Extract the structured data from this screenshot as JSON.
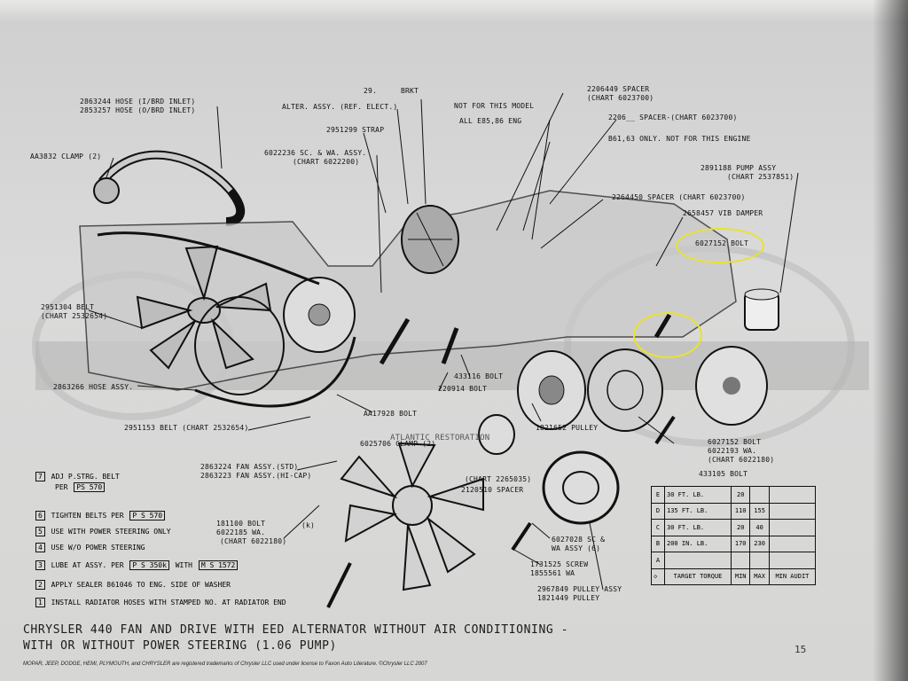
{
  "labels": {
    "hose_1": "2863244 HOSE (I/BRD INLET)",
    "hose_2": "2853257 HOSE (O/BRD INLET)",
    "clamp_1": "AA3832 CLAMP (2)",
    "alter_assy": "ALTER. ASSY. (REF. ELECT.)",
    "brkt": "BRKT",
    "brkt_num": "29.",
    "strap": "2951299 STRAP",
    "sc_wa": "6022236 SC. & WA. ASSY.",
    "sc_wa_chart": "(CHART 6022200)",
    "not_model_1": "NOT FOR THIS MODEL",
    "not_model_2": "ALL E85,86 ENG",
    "spacer_1": "2206449 SPACER",
    "spacer_1_chart": "(CHART 6023700)",
    "spacer_2": "2206__ SPACER-(CHART 6023700)",
    "not_engine": "B61,63 ONLY. NOT FOR THIS ENGINE",
    "pump_assy": "2891188 PUMP ASSY",
    "pump_assy_chart": "(CHART 2537851)",
    "spacer_3": "2264450 SPACER (CHART 6023700)",
    "vib_damper": "2658457 VIB DAMPER",
    "bolt_1": "6027152 BOLT",
    "belt_1": "2951304 BELT",
    "belt_1_chart": "(CHART 2532654)",
    "hose_assy": "2863266 HOSE ASSY.",
    "bolt_2": "433116 BOLT",
    "bolt_3": "220914 BOLT",
    "bolt_4": "AA17928 BOLT",
    "belt_2": "2951153 BELT (CHART 2532654)",
    "clamp_2": "6025706 CLAMP (2)",
    "pulley_1": "1821652 PULLEY",
    "bolt_5": "6027152 BOLT",
    "wa_1": "6022193 WA.",
    "wa_1_chart": "(CHART 6022180)",
    "bolt_6": "433105 BOLT",
    "fan_std": "2863224 FAN ASSY.(STD)",
    "fan_hicap": "2863223 FAN ASSY.(HI-CAP)",
    "chart_2265035": "(CHART 2265035)",
    "spacer_4": "2120510 SPACER",
    "bolt_7": "181100 BOLT",
    "wa_2": "6022185 WA.",
    "wa_2_chart": "(CHART 6022180)",
    "k_note": "(k)",
    "sc_wa_assy": "6027028 SC &",
    "sc_wa_assy_2": "WA ASSY (6)",
    "screw": "1731525 SCREW",
    "screw_2": "1855561 WA",
    "pulley_assy": "2967849 PULLEY ASSY",
    "pulley_2": "1821449 PULLEY",
    "watermark": "ATLANTIC RESTORATION"
  },
  "legend": {
    "r7_pre": "ADJ P.STRG. BELT",
    "r7_per": "PER",
    "r7_ps": "PS 570",
    "r6_pre": "TIGHTEN BELTS PER",
    "r6_ps": "P S 570",
    "r5": "USE WITH POWER STEERING ONLY",
    "r4": "USE W/O POWER STEERING",
    "r3_pre": "LUBE AT ASSY. PER",
    "r3_ps": "P S 350k",
    "r3_with": "WITH",
    "r3_ms": "M S 1572",
    "r2": "APPLY SEALER 861046 TO ENG. SIDE OF WASHER",
    "r1": "INSTALL RADIATOR HOSES WITH STAMPED NO. AT RADIATOR END",
    "n7": "7",
    "n6": "6",
    "n5": "5",
    "n4": "4",
    "n3": "3",
    "n2": "2",
    "n1": "1"
  },
  "torque": {
    "rows": [
      {
        "key": "E",
        "torque": "30 FT. LB.",
        "min": "20",
        "max": "",
        "audit": ""
      },
      {
        "key": "D",
        "torque": "135 FT. LB.",
        "min": "110",
        "max": "155",
        "audit": ""
      },
      {
        "key": "C",
        "torque": "30 FT. LB.",
        "min": "20",
        "max": "40",
        "audit": ""
      },
      {
        "key": "B",
        "torque": "200 IN. LB.",
        "min": "170",
        "max": "230",
        "audit": ""
      },
      {
        "key": "A",
        "torque": "",
        "min": "",
        "max": "",
        "audit": ""
      }
    ],
    "head_target": "TARGET TORQUE",
    "head_min": "MIN",
    "head_max": "MAX",
    "head_audit": "MIN AUDIT"
  },
  "caption": {
    "line1": "CHRYSLER 440 FAN AND DRIVE WITH EED ALTERNATOR WITHOUT AIR CONDITIONING -",
    "line2": "WITH OR WITHOUT POWER STEERING (1.06 PUMP)"
  },
  "page_number": "15",
  "footer": "MOPAR, JEEP, DODGE, HEMI, PLYMOUTH, and CHRYSLER are registered trademarks of Chrysler LLC used under license to Faxon Auto Literature. ©Chrysler LLC 2007",
  "colors": {
    "highlight": "#e8e232",
    "ink": "#111111",
    "paper": "#d8d8d6"
  }
}
